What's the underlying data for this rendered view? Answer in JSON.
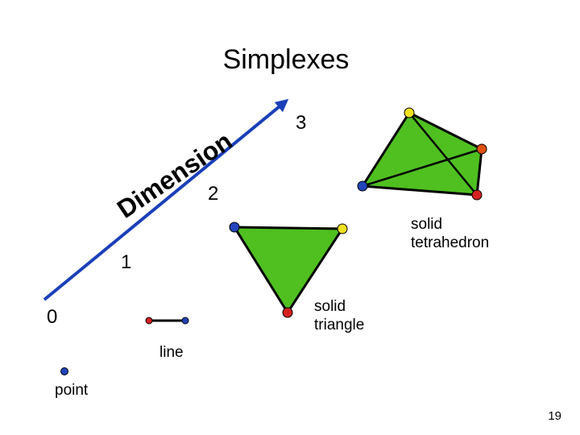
{
  "title": "Simplexes",
  "axis_label": "Dimension",
  "dimension_numbers": {
    "d0": "0",
    "d1": "1",
    "d2": "2",
    "d3": "3"
  },
  "labels": {
    "point": "point",
    "line": "line",
    "triangle_line1": "solid",
    "triangle_line2": "triangle",
    "tetra_line1": "solid",
    "tetra_line2": "tetrahedron"
  },
  "page_number": "19",
  "colors": {
    "axis": "#1a3fb8",
    "fill": "#4fc020",
    "edge": "#000000",
    "vertex_blue": "#2244bb",
    "vertex_red": "#d42020",
    "vertex_yellow": "#f0e020",
    "vertex_orange": "#e05010"
  }
}
